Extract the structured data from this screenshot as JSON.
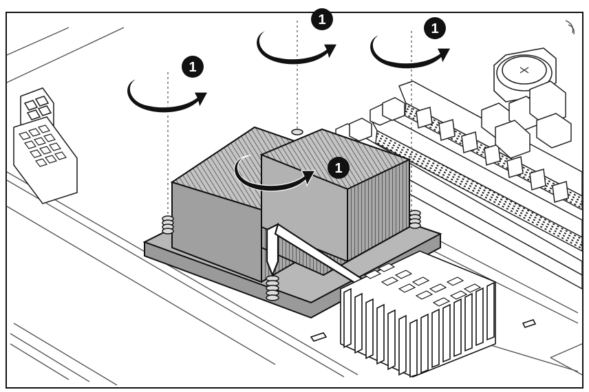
{
  "diagram": {
    "title": "",
    "style": "black-and-white technical line illustration",
    "subject": "",
    "step_badges": [
      {
        "label": "1"
      },
      {
        "label": "1"
      },
      {
        "label": "1"
      },
      {
        "label": "1"
      }
    ],
    "colors": {
      "background": "#ffffff",
      "outline": "#111111",
      "heatsink_fill": "#bdbdbd",
      "heatsink_fill_dark": "#9a9a9a",
      "board_lines": "#555555",
      "badge": "#111111"
    },
    "icons": [
      "rotate-arrow-icon",
      "step-badge-icon",
      "screwdriver-icon"
    ]
  }
}
